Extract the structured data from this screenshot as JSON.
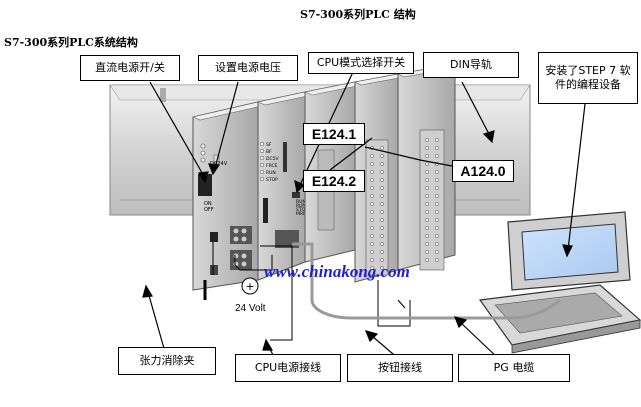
{
  "page_title": "S7-300系列PLC 结构",
  "subtitle": "S7-300系列PLC系统结构",
  "callouts": {
    "dc_switch": "直流电源开/关",
    "set_voltage": "设置电源电压",
    "cpu_mode_switch": "CPU模式选择开关",
    "din_rail": "DIN导轨",
    "programming_device": "安装了STEP 7 软件的编程设备",
    "strain_relief": "张力消除夹",
    "cpu_power_wiring": "CPU电源接线",
    "button_wiring": "按钮接线",
    "pg_cable": "PG 电缆"
  },
  "io_tags": {
    "input_1": "E124.1",
    "input_2": "E124.2",
    "output": "A124.0"
  },
  "watermark": "www.chinakong.com",
  "power_supply_label": "24 Volt",
  "power_supply_symbol": "+",
  "module_labels": {
    "ps_led": "DC24V",
    "ps_on": "ON",
    "ps_off": "OFF",
    "cpu_leds": [
      "SF",
      "BF",
      "DC5V",
      "FRCE",
      "RUN",
      "STOP"
    ],
    "mode_positions": [
      "RUN-P",
      "RUN",
      "STOP",
      "MRES"
    ]
  }
}
